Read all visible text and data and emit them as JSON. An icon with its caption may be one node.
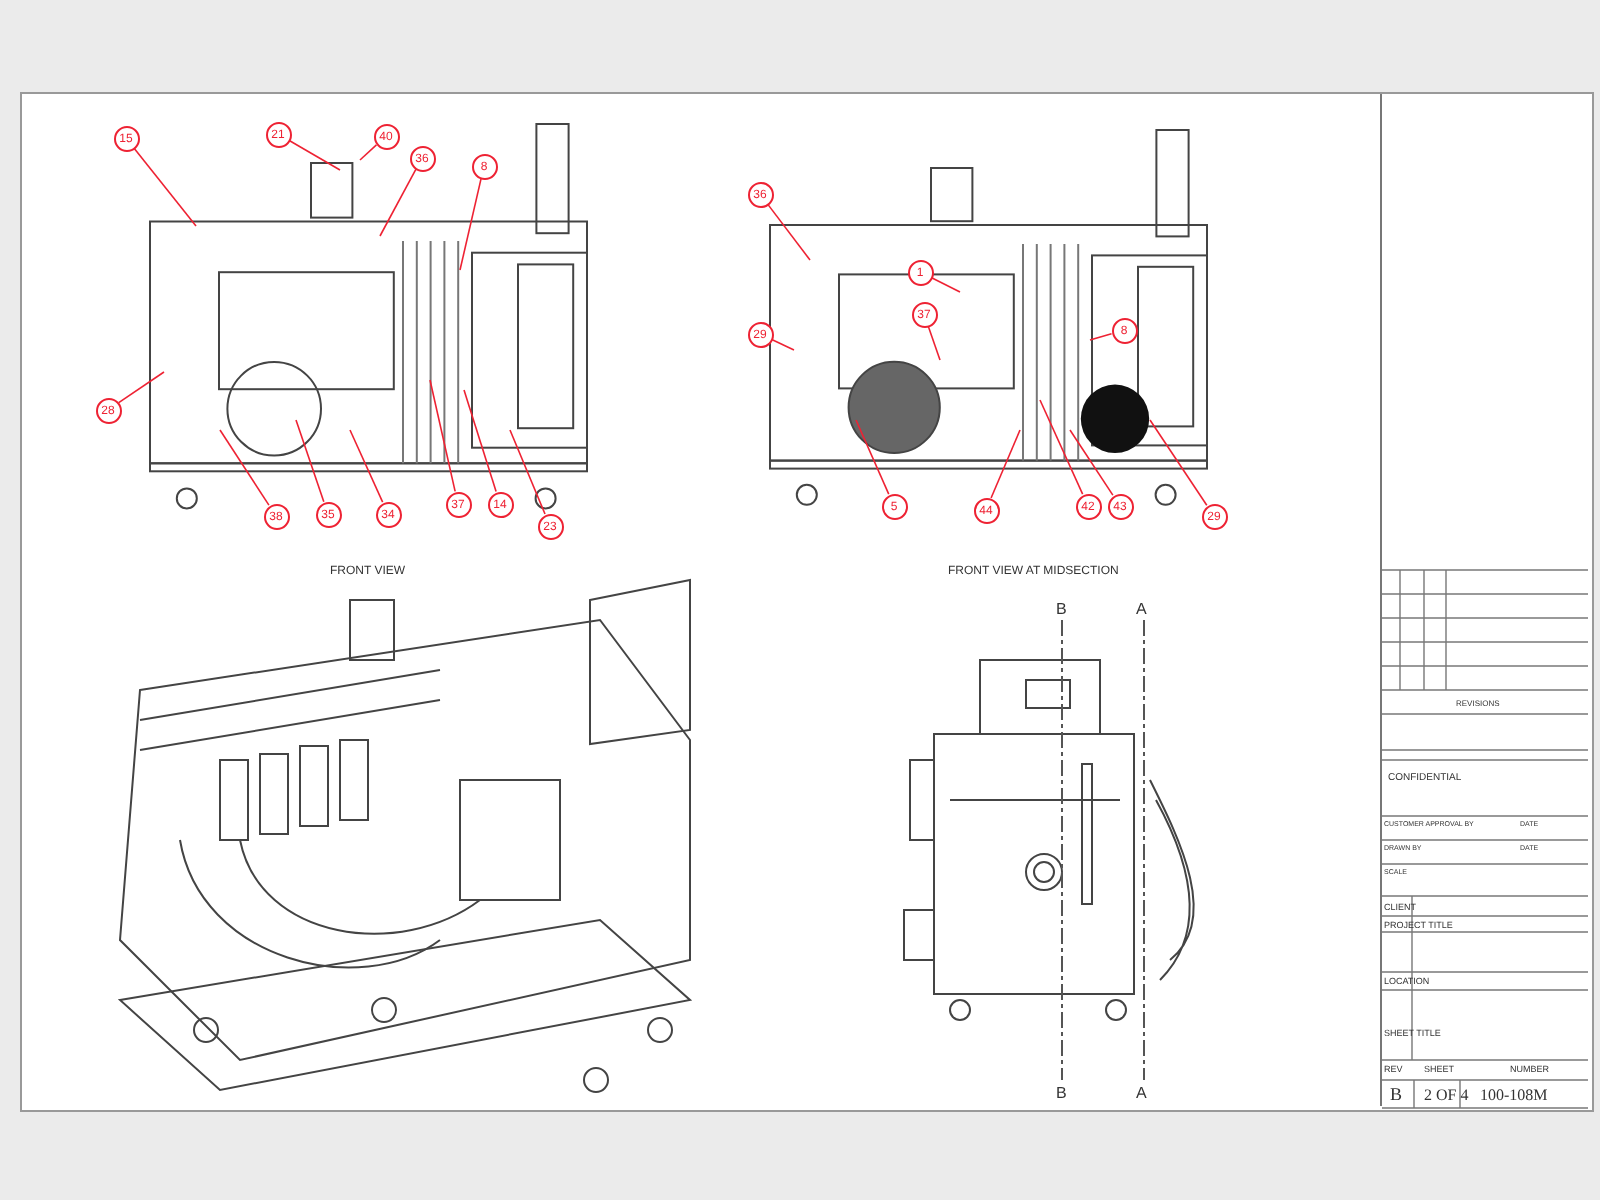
{
  "diagram": {
    "nodes": [
      {
        "text": [
          "15"
        ]
      },
      {
        "text": [
          "21"
        ]
      },
      {
        "text": [
          "40"
        ]
      },
      {
        "text": [
          "36"
        ]
      },
      {
        "text": [
          "8"
        ]
      },
      {
        "text": [
          "28"
        ]
      },
      {
        "text": [
          "38"
        ]
      },
      {
        "text": [
          "35"
        ]
      },
      {
        "text": [
          "34"
        ]
      },
      {
        "text": [
          "37"
        ]
      },
      {
        "text": [
          "14"
        ]
      },
      {
        "text": [
          "23"
        ]
      },
      {
        "text": [
          "36"
        ]
      },
      {
        "text": [
          "29"
        ]
      },
      {
        "text": [
          "1"
        ]
      },
      {
        "text": [
          "37"
        ]
      },
      {
        "text": [
          "8"
        ]
      },
      {
        "text": [
          "5"
        ]
      },
      {
        "text": [
          "44"
        ]
      },
      {
        "text": [
          "42"
        ]
      },
      {
        "text": [
          "43"
        ]
      },
      {
        "text": [
          "29"
        ]
      }
    ],
    "edges": [
      {
        "from": 0,
        "to": null,
        "arrow": "none"
      },
      {
        "from": 1,
        "to": null,
        "arrow": "none"
      },
      {
        "from": 2,
        "to": null,
        "arrow": "none"
      },
      {
        "from": 3,
        "to": null,
        "arrow": "none"
      },
      {
        "from": 4,
        "to": null,
        "arrow": "none"
      },
      {
        "from": 5,
        "to": null,
        "arrow": "none"
      },
      {
        "from": 6,
        "to": null,
        "arrow": "none"
      },
      {
        "from": 7,
        "to": null,
        "arrow": "none"
      },
      {
        "from": 8,
        "to": null,
        "arrow": "none"
      },
      {
        "from": 9,
        "to": null,
        "arrow": "none"
      },
      {
        "from": 10,
        "to": null,
        "arrow": "none"
      },
      {
        "from": 11,
        "to": null,
        "arrow": "none"
      },
      {
        "from": 12,
        "to": null,
        "arrow": "none"
      },
      {
        "from": 13,
        "to": null,
        "arrow": "none"
      },
      {
        "from": 14,
        "to": null,
        "arrow": "none"
      },
      {
        "from": 15,
        "to": null,
        "arrow": "none"
      },
      {
        "from": 16,
        "to": null,
        "arrow": "none"
      },
      {
        "from": 17,
        "to": null,
        "arrow": "none"
      },
      {
        "from": 18,
        "to": null,
        "arrow": "none"
      },
      {
        "from": 19,
        "to": null,
        "arrow": "none"
      },
      {
        "from": 20,
        "to": null,
        "arrow": "none"
      },
      {
        "from": 21,
        "to": null,
        "arrow": "none"
      }
    ],
    "labels": [
      "FRONT VIEW",
      "FRONT VIEW AT MIDSECTION",
      "B",
      "A",
      "B",
      "A",
      "REVISIONS",
      "CONFIDENTIAL",
      "CUSTOMER APPROVAL BY",
      "DATE",
      "DRAWN BY",
      "DATE",
      "SCALE",
      "CLIENT",
      "PROJECT TITLE",
      "LOCATION",
      "SHEET TITLE",
      "REV",
      "SHEET",
      "NUMBER",
      "B",
      "2 OF 4",
      "100-108M"
    ]
  }
}
